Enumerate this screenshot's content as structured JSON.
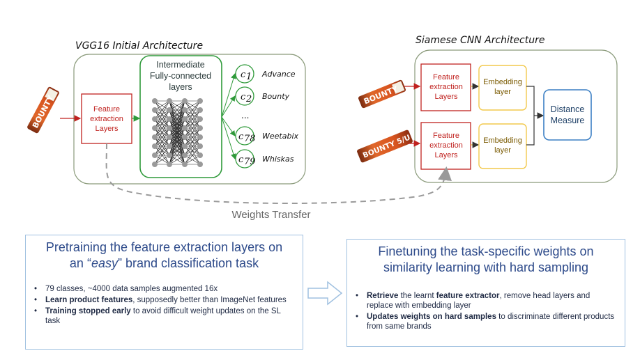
{
  "left_arch": {
    "title": "VGG16 Initial Architecture",
    "feature_block": [
      "Feature",
      "extraction",
      "Layers"
    ],
    "fc_block": [
      "Intermediate",
      "Fully-connected",
      "layers"
    ],
    "classes": [
      {
        "symbol": "c",
        "sub": "1",
        "name": "Advance"
      },
      {
        "symbol": "c",
        "sub": "2",
        "name": "Bounty"
      },
      {
        "symbol": "c",
        "sub": "78",
        "name": "Weetabix"
      },
      {
        "symbol": "c",
        "sub": "79",
        "name": "Whiskas"
      }
    ],
    "ellipsis": "...",
    "product_label": "BOUNTY"
  },
  "right_arch": {
    "title": "Siamese CNN Architecture",
    "feature_block": [
      "Feature",
      "extraction",
      "Layers"
    ],
    "embedding_block": [
      "Embedding",
      "layer"
    ],
    "distance_block": [
      "Distance",
      "Measure"
    ],
    "product_labels": [
      "BOUNTY",
      "BOUNTY 5/U"
    ]
  },
  "weights_transfer": "Weights Transfer",
  "panel_left": {
    "title_line1": "Pretraining the feature extraction layers  on",
    "title_line2_pre": "an “",
    "title_line2_em": "easy",
    "title_line2_post": "” brand classification  task",
    "bullets": [
      {
        "bold": "",
        "text": "79 classes, ~4000 data samples augmented 16x"
      },
      {
        "bold": "Learn product features",
        "text": ", supposedly better than ImageNet features"
      },
      {
        "bold": "Training stopped early",
        "text": " to avoid difficult weight updates on the SL task"
      }
    ]
  },
  "panel_right": {
    "title_line1": "Finetuning the task-specific weights on",
    "title_line2": "similarity  learning with hard sampling",
    "bullets": [
      {
        "pre": "",
        "bold": "Retrieve",
        "mid": " the learnt ",
        "bold2": "feature extractor",
        "text": ", remove head layers and replace with embedding layer"
      },
      {
        "pre": "",
        "bold": "Updates weights on hard samples",
        "mid": " to discriminate different products from same brands",
        "bold2": "",
        "text": ""
      }
    ]
  },
  "colors": {
    "red": "#c0221f",
    "green": "#2f9a3a",
    "yellow": "#f2c94c",
    "blue": "#3b7fc4",
    "panel_border": "#9fc0e0",
    "panel_title": "#2d4a8a"
  }
}
